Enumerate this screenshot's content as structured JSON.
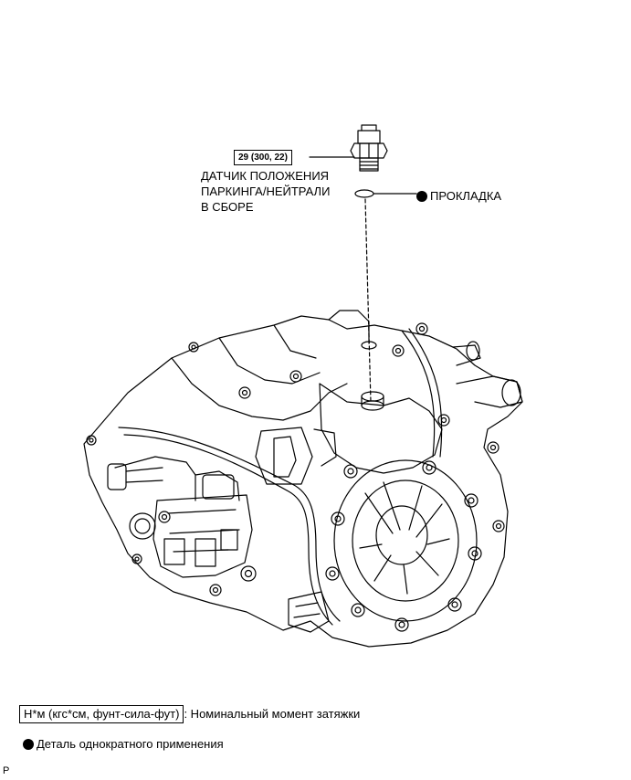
{
  "callouts": {
    "torque_value": "29 (300, 22)",
    "sensor_label_line1": "ДАТЧИК ПОЛОЖЕНИЯ",
    "sensor_label_line2": "ПАРКИНГА/НЕЙТРАЛИ",
    "sensor_label_line3": "В СБОРЕ",
    "gasket_label": "ПРОКЛАДКА"
  },
  "legend": {
    "torque_unit_box": "Н*м (кгс*см, фунт-сила-фут)",
    "torque_desc": ": Номинальный момент затяжки",
    "non_reusable_desc": "Деталь однократного применения"
  },
  "corner_mark": "P",
  "colors": {
    "line": "#000000",
    "background": "#ffffff"
  }
}
